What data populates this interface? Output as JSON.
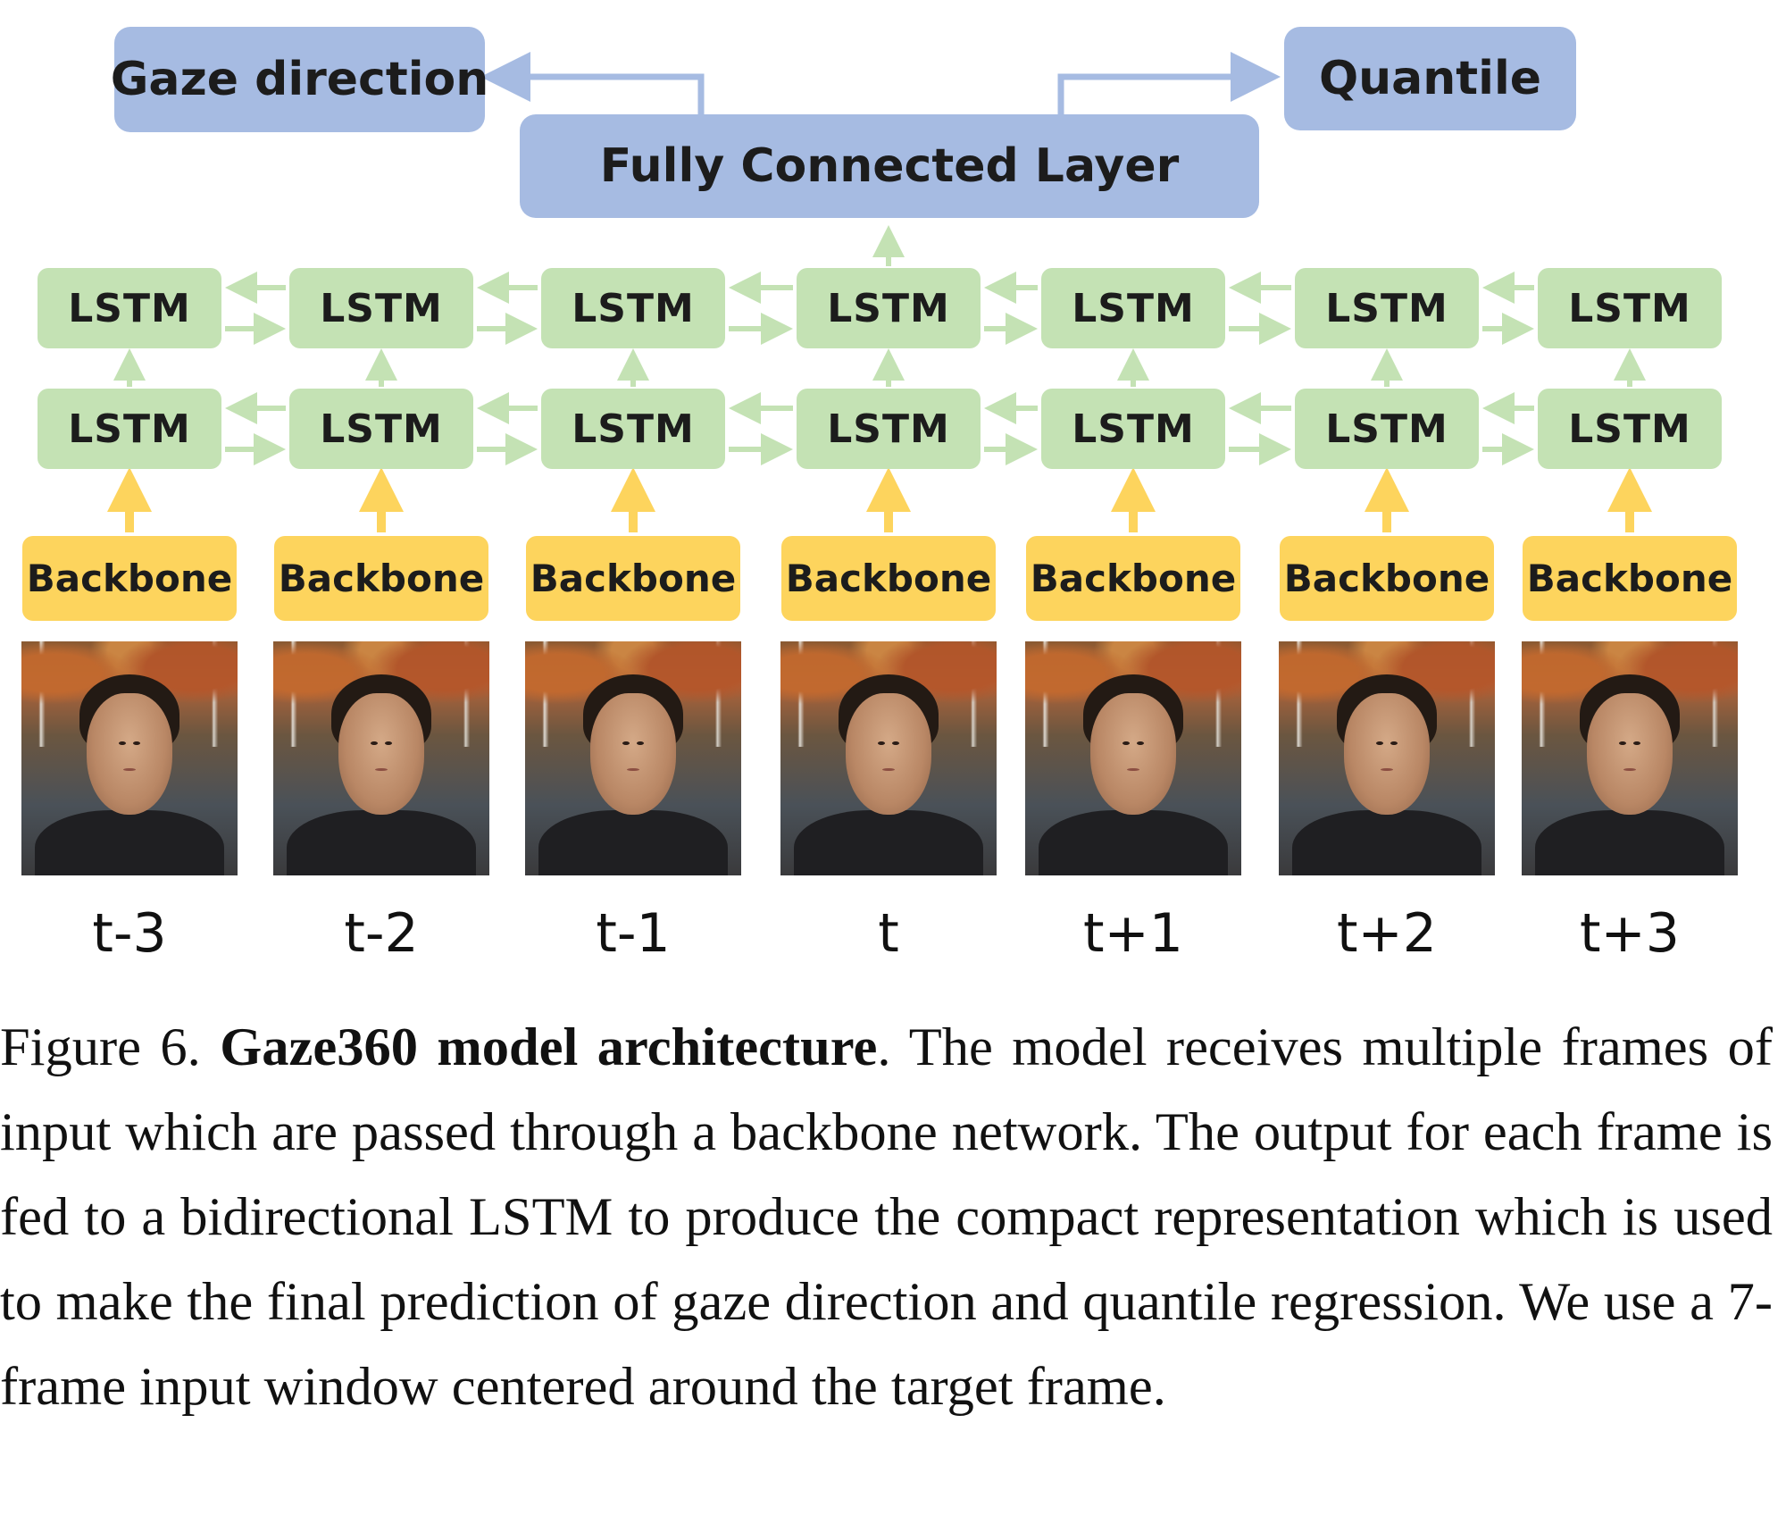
{
  "outputs": {
    "gaze_direction": "Gaze direction",
    "quantile": "Quantile",
    "fc_layer": "Fully Connected Layer"
  },
  "lstm_label": "LSTM",
  "backbone_label": "Backbone",
  "frames": [
    {
      "label": "t-3"
    },
    {
      "label": "t-2"
    },
    {
      "label": "t-1"
    },
    {
      "label": "t"
    },
    {
      "label": "t+1"
    },
    {
      "label": "t+2"
    },
    {
      "label": "t+3"
    }
  ],
  "colors": {
    "output_box": "#a6bbe2",
    "lstm_box": "#c4e2b4",
    "backbone_box": "#fdd45d",
    "output_arrow": "#a6bbe2",
    "lstm_arrow": "#c4e2b4",
    "backbone_arrow": "#fdd45d"
  },
  "caption": {
    "prefix": "Figure 6. ",
    "bold": "Gaze360 model architecture",
    "text": ". The model receives multiple frames of input which are passed through a backbone network. The output for each frame is fed to a bidirectional LSTM to produce the compact representation which is used to make the final prediction of gaze direction and quantile regression. We use a 7-frame input window centered around the target frame."
  }
}
